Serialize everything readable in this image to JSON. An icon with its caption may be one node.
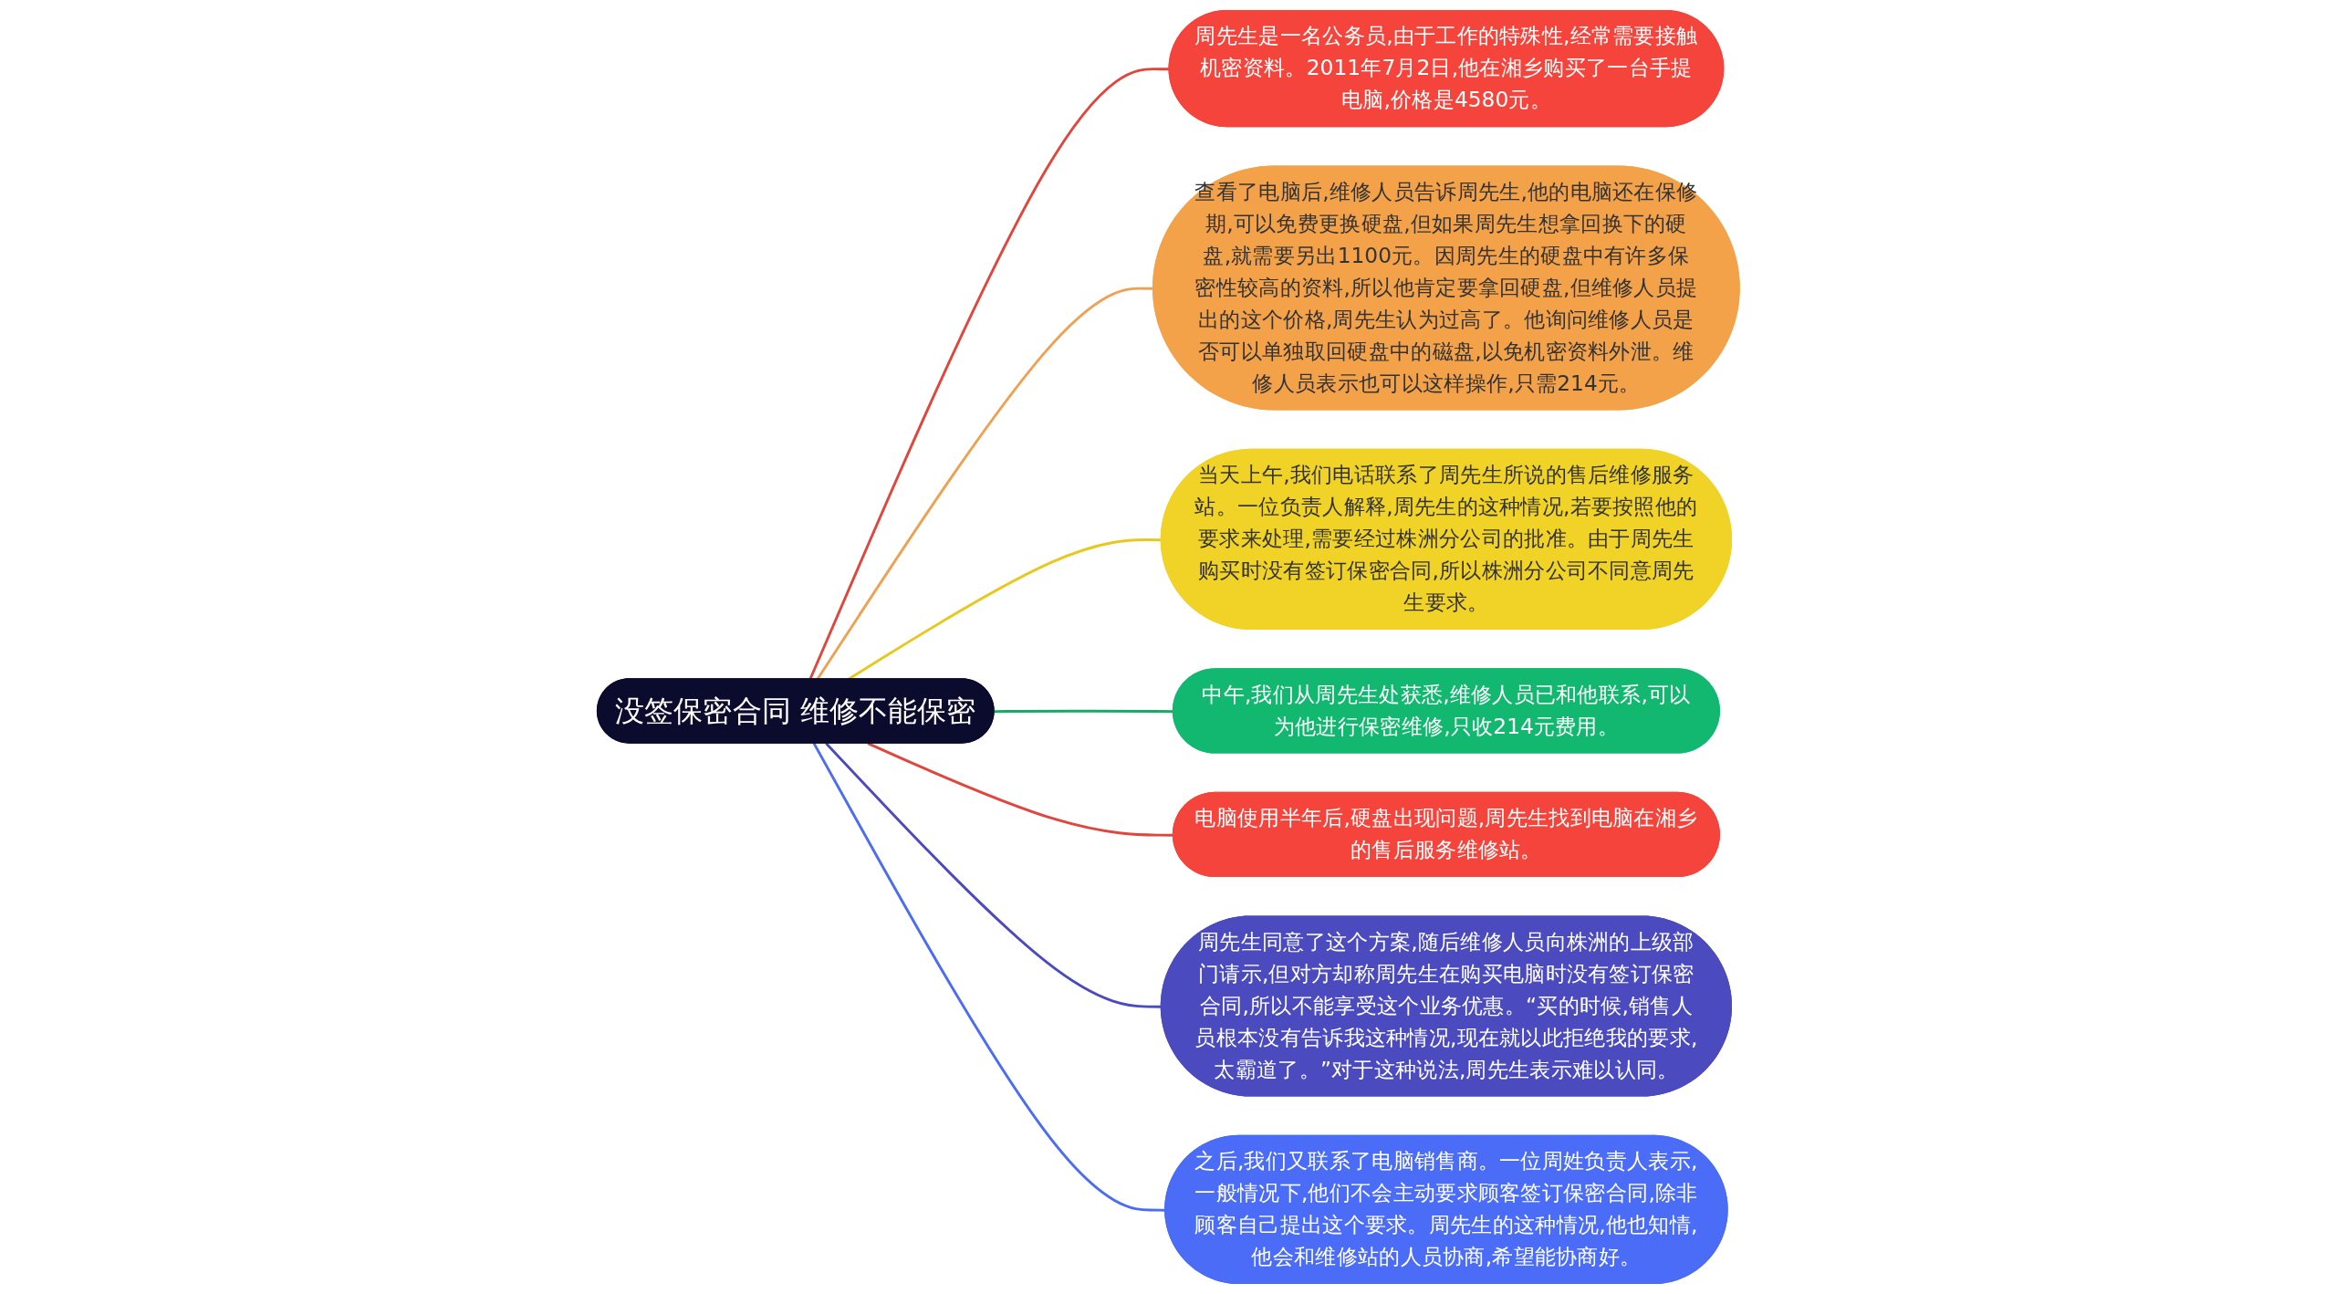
{
  "diagram": {
    "nodes": [
      {
        "text": [
          "没签保密合同 维修不能保密"
        ]
      },
      {
        "text": [
          "周先生是一名公务员,由于工作的特殊性,经常需要接触机密资料。2011年7月2日,他在湘乡购买了一台手提电脑,价格是4580元。"
        ]
      },
      {
        "text": [
          "查看了电脑后,维修人员告诉周先生,他的电脑还在保修期,可以免费更换硬盘,但如果周先生想拿回换下的硬盘,就需要另出1100元。因周先生的硬盘中有许多保密性较高的资料,所以他肯定要拿回硬盘,但维修人员提出的这个价格,周先生认为过高了。他询问维修人员是否可以单独取回硬盘中的磁盘,以免机密资料外泄。维修人员表示也可以这样操作,只需214元。"
        ]
      },
      {
        "text": [
          "当天上午,我们电话联系了周先生所说的售后维修服务站。一位负责人解释,周先生的这种情况,若要按照他的要求来处理,需要经过株洲分公司的批准。由于周先生购买时没有签订保密合同,所以株洲分公司不同意周先生要求。"
        ]
      },
      {
        "text": [
          "中午,我们从周先生处获悉,维修人员已和他联系,可以为他进行保密维修,只收214元费用。"
        ]
      },
      {
        "text": [
          "电脑使用半年后,硬盘出现问题,周先生找到电脑在湘乡的售后服务维修站。"
        ]
      },
      {
        "text": [
          "周先生同意了这个方案,随后维修人员向株洲的上级部门请示,但对方却称周先生在购买电脑时没有签订保密合同,所以不能享受这个业务优惠。“买的时候,销售人员根本没有告诉我这种情况,现在就以此拒绝我的要求,太霸道了。”对于这种说法,周先生表示难以认同。"
        ]
      },
      {
        "text": [
          "之后,我们又联系了电脑销售商。一位周姓负责人表示,一般情况下,他们不会主动要求顾客签订保密合同,除非顾客自己提出这个要求。周先生的这种情况,他也知情,他会和维修站的人员协商,希望能协商好。"
        ]
      }
    ],
    "edges": [
      {
        "from": 0,
        "to": 1,
        "arrow": "none",
        "color": "#e0463c"
      },
      {
        "from": 0,
        "to": 2,
        "arrow": "none",
        "color": "#f0a050"
      },
      {
        "from": 0,
        "to": 3,
        "arrow": "none",
        "color": "#e8c820"
      },
      {
        "from": 0,
        "to": 4,
        "arrow": "none",
        "color": "#18a868"
      },
      {
        "from": 0,
        "to": 5,
        "arrow": "none",
        "color": "#e0463c"
      },
      {
        "from": 0,
        "to": 6,
        "arrow": "none",
        "color": "#4b4bbf"
      },
      {
        "from": 0,
        "to": 7,
        "arrow": "none",
        "color": "#4a6cf7"
      }
    ]
  }
}
